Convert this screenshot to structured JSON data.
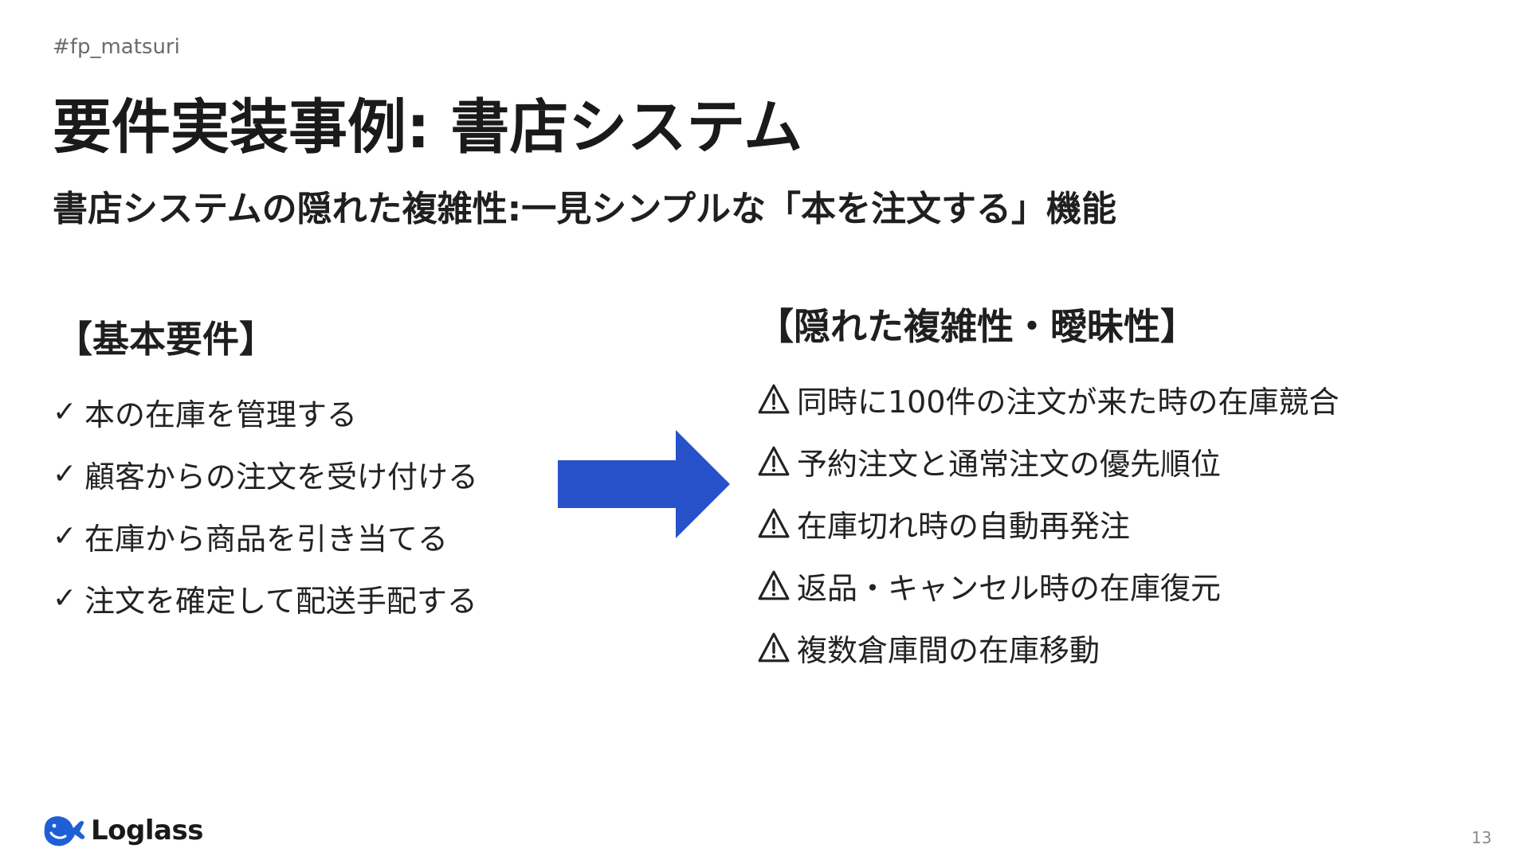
{
  "hashtag": "#fp_matsuri",
  "title": "要件実装事例: 書店システム",
  "subtitle": "書店システムの隠れた複雑性:一見シンプルな「本を注文する」機能",
  "left": {
    "heading": "【基本要件】",
    "mark": "✓",
    "items": [
      "本の在庫を管理する",
      "顧客からの注文を受け付ける",
      "在庫から商品を引き当てる",
      "注文を確定して配送手配する"
    ]
  },
  "right": {
    "heading": "【隠れた複雑性・曖昧性】",
    "icon": "warning-icon",
    "items": [
      "同時に100件の注文が来た時の在庫競合",
      "予約注文と通常注文の優先順位",
      "在庫切れ時の自動再発注",
      "返品・キャンセル時の在庫復元",
      "複数倉庫間の在庫移動"
    ]
  },
  "arrow": {
    "color": "#2752c9",
    "icon": "arrow-right-icon"
  },
  "logo": {
    "text": "Loglass",
    "color": "#1f5fd6",
    "icon": "whale-icon"
  },
  "page_number": "13"
}
